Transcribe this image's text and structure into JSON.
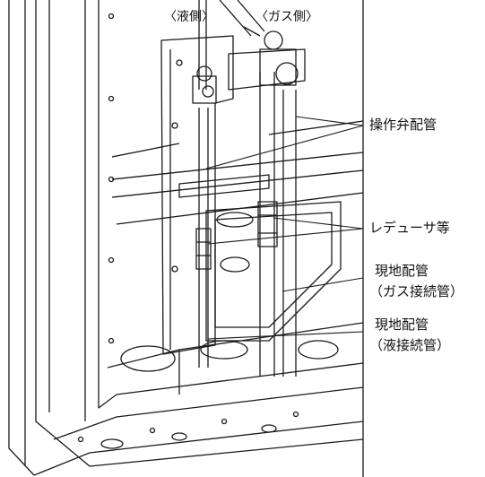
{
  "labels": {
    "liquid_side": "〈液側〉",
    "gas_side": "〈ガス側〉",
    "service_valve_pipe": "操作弁配管",
    "reducer": "レデューサ等",
    "field_pipe_1_line1": "現地配管",
    "field_pipe_1_line2": "（ガス接続管）",
    "field_pipe_2_line1": "現地配管",
    "field_pipe_2_line2": "（液接続管）"
  },
  "colors": {
    "line": "#1a1a1a",
    "background": "#ffffff"
  }
}
